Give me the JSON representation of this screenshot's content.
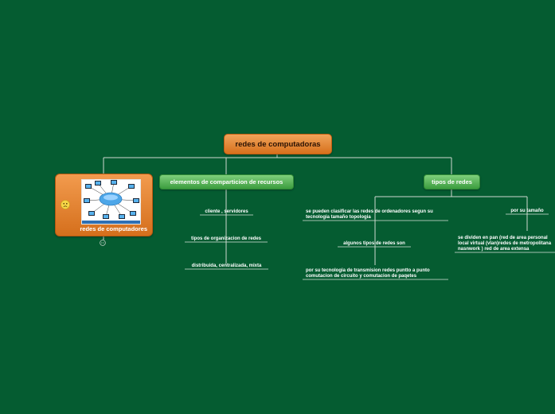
{
  "root": {
    "label": "redes de computadoras"
  },
  "card": {
    "label": "redes de computadores",
    "image_icon": "network-diagram-icon",
    "emoji_icon": "slightly-frowning-face-icon"
  },
  "branches": [
    {
      "label": "elementos de comparticion de recursos",
      "children": [
        "cliente , servidores",
        "tipos de organizacion de redes",
        "distribuida, centralizada, mixta"
      ]
    },
    {
      "label": "tipos de redes",
      "children": [
        "se pueden clasificar las redes de ordenadores segun su tecnologia tamaño topologia",
        "algunos tipos de redes son",
        "por su tecnologia de transmision  redes  puntto a punto comutacion de circuito y comutacion de paqetes",
        "por su tamaño",
        "se dividen en pan (red  de area personal local virtual (vlan)redes de metropolitana nasnwork ) red de area extensa"
      ]
    }
  ],
  "colors": {
    "background": "#055c31",
    "root": "#e3883b",
    "branch": "#4fb04f",
    "connector": "#cfd8cf"
  }
}
